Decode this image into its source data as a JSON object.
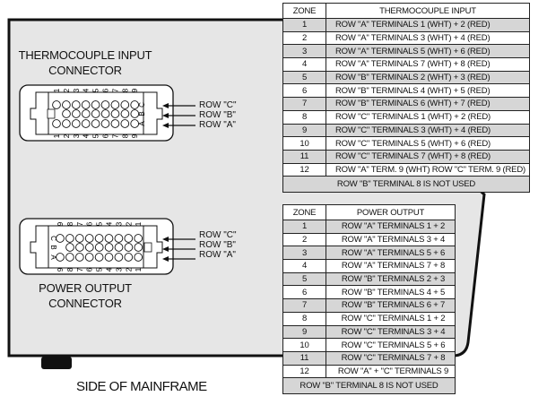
{
  "mainframe_label": "SIDE OF MAINFRAME",
  "thermocouple_connector": {
    "title_line1": "THERMOCOUPLE INPUT",
    "title_line2": "CONNECTOR",
    "rows": [
      "ROW \"C\"",
      "ROW \"B\"",
      "ROW \"A\""
    ],
    "row_letters": [
      "C",
      "B",
      "A"
    ],
    "pin_numbers": [
      "1",
      "2",
      "3",
      "4",
      "5",
      "6",
      "7",
      "8",
      "9"
    ]
  },
  "power_connector": {
    "title_line1": "POWER OUTPUT",
    "title_line2": "CONNECTOR",
    "rows": [
      "ROW \"C\"",
      "ROW \"B\"",
      "ROW \"A\""
    ],
    "row_letters": [
      "C",
      "B",
      "A"
    ],
    "pin_numbers": [
      "9",
      "8",
      "7",
      "6",
      "5",
      "4",
      "3",
      "2",
      "1"
    ]
  },
  "thermocouple_table": {
    "headers": [
      "ZONE",
      "THERMOCOUPLE INPUT"
    ],
    "rows": [
      [
        "1",
        "ROW \"A\" TERMINALS 1  (WHT) + 2 (RED)"
      ],
      [
        "2",
        "ROW \"A\" TERMINALS 3  (WHT) + 4 (RED)"
      ],
      [
        "3",
        "ROW \"A\" TERMINALS 5  (WHT) + 6 (RED)"
      ],
      [
        "4",
        "ROW \"A\" TERMINALS 7  (WHT) + 8 (RED)"
      ],
      [
        "5",
        "ROW \"B\" TERMINALS 2  (WHT) + 3 (RED)"
      ],
      [
        "6",
        "ROW \"B\" TERMINALS 4  (WHT) + 5 (RED)"
      ],
      [
        "7",
        "ROW \"B\" TERMINALS 6  (WHT) + 7 (RED)"
      ],
      [
        "8",
        "ROW \"C\" TERMINALS 1  (WHT) + 2 (RED)"
      ],
      [
        "9",
        "ROW \"C\" TERMINALS 3  (WHT) + 4 (RED)"
      ],
      [
        "10",
        "ROW \"C\" TERMINALS 5  (WHT) + 6 (RED)"
      ],
      [
        "11",
        "ROW \"C\" TERMINALS 7  (WHT) + 8 (RED)"
      ],
      [
        "12",
        "ROW \"A\" TERM. 9  (WHT) ROW \"C\" TERM. 9 (RED)"
      ]
    ],
    "footer": "ROW \"B\" TERMINAL 8  IS NOT USED"
  },
  "power_table": {
    "headers": [
      "ZONE",
      "POWER OUTPUT"
    ],
    "rows": [
      [
        "1",
        "ROW \"A\" TERMINALS 1 + 2"
      ],
      [
        "2",
        "ROW \"A\" TERMINALS 3 + 4"
      ],
      [
        "3",
        "ROW \"A\" TERMINALS 5 + 6"
      ],
      [
        "4",
        "ROW \"A\" TERMINALS 7 + 8"
      ],
      [
        "5",
        "ROW \"B\" TERMINALS 2 + 3"
      ],
      [
        "6",
        "ROW \"B\" TERMINALS 4 + 5"
      ],
      [
        "7",
        "ROW \"B\" TERMINALS 6 + 7"
      ],
      [
        "8",
        "ROW \"C\" TERMINALS 1 + 2"
      ],
      [
        "9",
        "ROW \"C\" TERMINALS 3 + 4"
      ],
      [
        "10",
        "ROW \"C\" TERMINALS 5 + 6"
      ],
      [
        "11",
        "ROW \"C\" TERMINALS 7 + 8"
      ],
      [
        "12",
        "ROW \"A\" + \"C\" TERMINALS 9"
      ]
    ],
    "footer": "ROW \"B\" TERMINAL 8  IS NOT USED"
  },
  "colors": {
    "panel": "#e6e6e6",
    "shaded_row": "#d6d6d6",
    "outline": "#111111"
  }
}
